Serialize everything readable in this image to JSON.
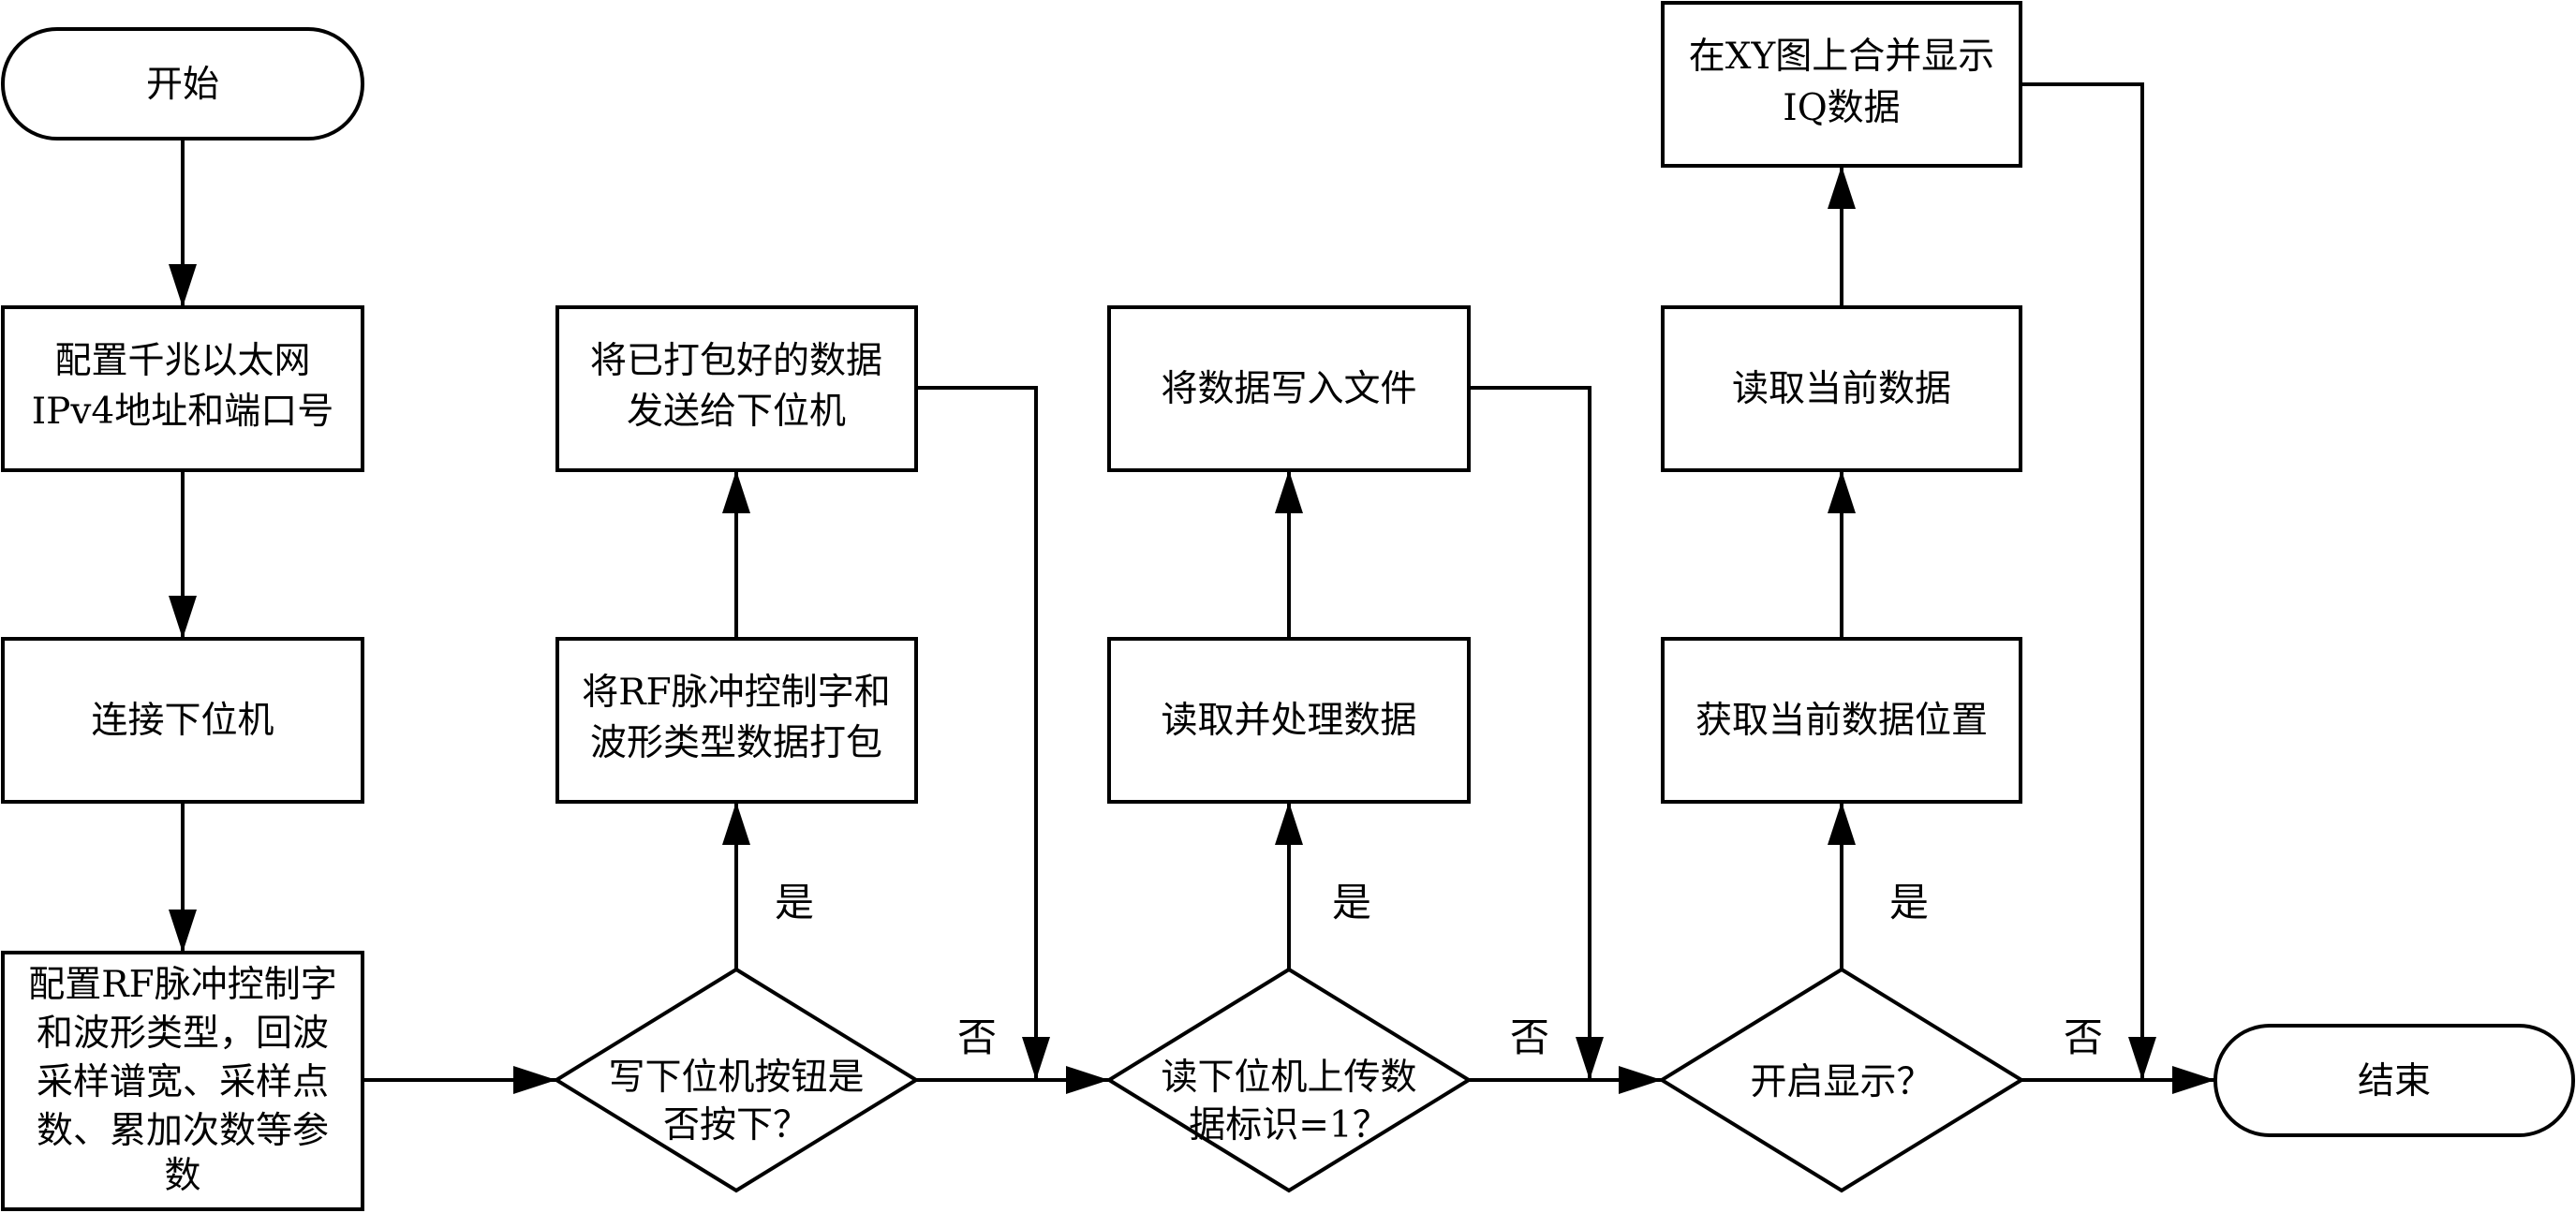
{
  "nodes": {
    "start": "开始",
    "config_net": [
      "配置千兆以太网",
      "IPv4地址和端口号"
    ],
    "connect": "连接下位机",
    "config_rf": [
      "配置RF脉冲控制字",
      "和波形类型，回波",
      "采样谱宽、采样点",
      "数、累加次数等参",
      "数"
    ],
    "write_btn": [
      "写下位机按钮是",
      "否按下？"
    ],
    "pack": [
      "将RF脉冲控制字和",
      "波形类型数据打包"
    ],
    "send": [
      "将已打包好的数据",
      "发送给下位机"
    ],
    "read_flag": [
      "读下位机上传数",
      "据标识=1？"
    ],
    "read_process": "读取并处理数据",
    "write_file": "将数据写入文件",
    "display_on": "开启显示？",
    "get_pos": "获取当前数据位置",
    "read_cur": "读取当前数据",
    "merge": [
      "在XY图上合并显示",
      "IQ数据"
    ],
    "end": "结束"
  },
  "edge_labels": {
    "yes1": "是",
    "no1": "否",
    "yes2": "是",
    "no2": "否",
    "yes3": "是",
    "no3": "否"
  }
}
